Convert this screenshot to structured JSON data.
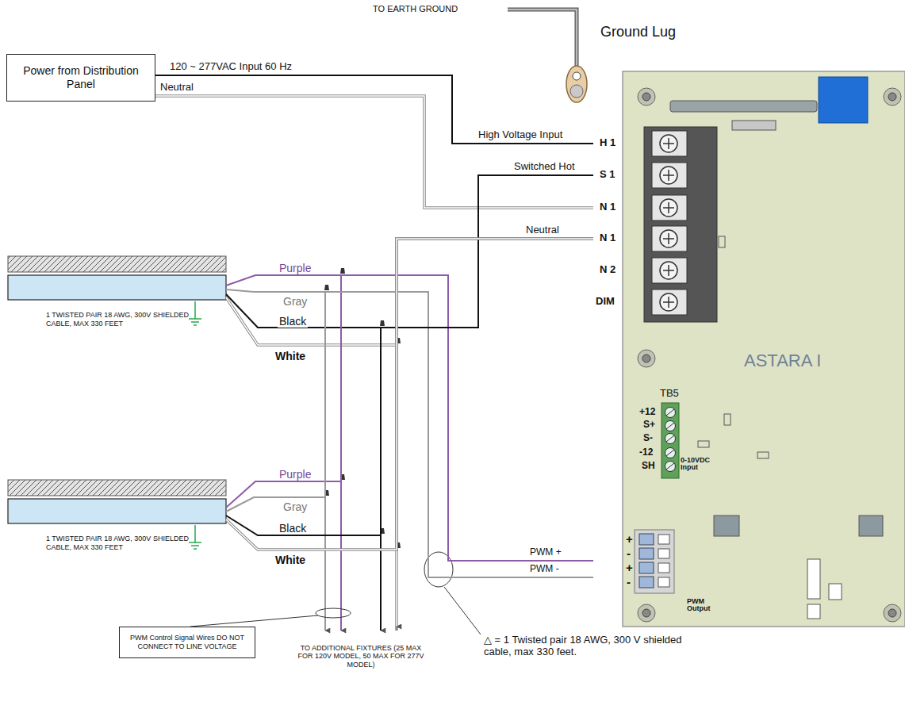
{
  "diagram": {
    "nodes": [
      {
        "text": [
          "Power from Distribution Panel"
        ]
      },
      {
        "text": [
          "1 TWISTED PAIR 18 AWG, 300V SHIELDED CABLE, MAX 330 FEET"
        ]
      },
      {
        "text": [
          "1 TWISTED PAIR 18 AWG, 300V SHIELDED CABLE, MAX 330 FEET"
        ]
      },
      {
        "text": [
          "ASTARA I"
        ]
      },
      {
        "text": [
          "PWM Control Signal Wires DO NOT CONNECT TO LINE VOLTAGE"
        ]
      }
    ],
    "edges": [
      {
        "from": 0,
        "to": 3,
        "label": "120 ~ 277VAC  Input  60 Hz",
        "arrow": "none"
      },
      {
        "from": 0,
        "to": 3,
        "label": "Neutral",
        "arrow": "none"
      },
      {
        "from": 1,
        "to": 3,
        "label": "Purple",
        "arrow": "none"
      },
      {
        "from": 1,
        "to": 3,
        "label": "Gray",
        "arrow": "none"
      },
      {
        "from": 1,
        "to": 3,
        "label": "Black",
        "arrow": "none"
      },
      {
        "from": 1,
        "to": 3,
        "label": "White",
        "arrow": "none"
      },
      {
        "from": 2,
        "to": 3,
        "label": "Purple",
        "arrow": "none"
      },
      {
        "from": 2,
        "to": 3,
        "label": "Gray",
        "arrow": "none"
      },
      {
        "from": 2,
        "to": 3,
        "label": "Black",
        "arrow": "none"
      },
      {
        "from": 2,
        "to": 3,
        "label": "White",
        "arrow": "none"
      }
    ],
    "labels": [
      "TO  EARTH GROUND",
      "Ground Lug",
      "High Voltage Input",
      "Switched Hot",
      "Neutral",
      "H 1",
      "S 1",
      "N 1",
      "N 1",
      "N 2",
      "DIM",
      "TB5",
      "+12",
      "S+",
      "S-",
      "-12",
      "SH",
      "0-10VDC Input",
      "+",
      "-",
      "+",
      "-",
      "PWM +",
      "PWM -",
      "PWM Output",
      "TO ADDITIONAL FIXTURES (25 MAX FOR 120V MODEL, 50 MAX FOR 277V MODEL)",
      "△ = 1 Twisted pair 18 AWG, 300 V shielded cable, max 330 feet."
    ]
  }
}
